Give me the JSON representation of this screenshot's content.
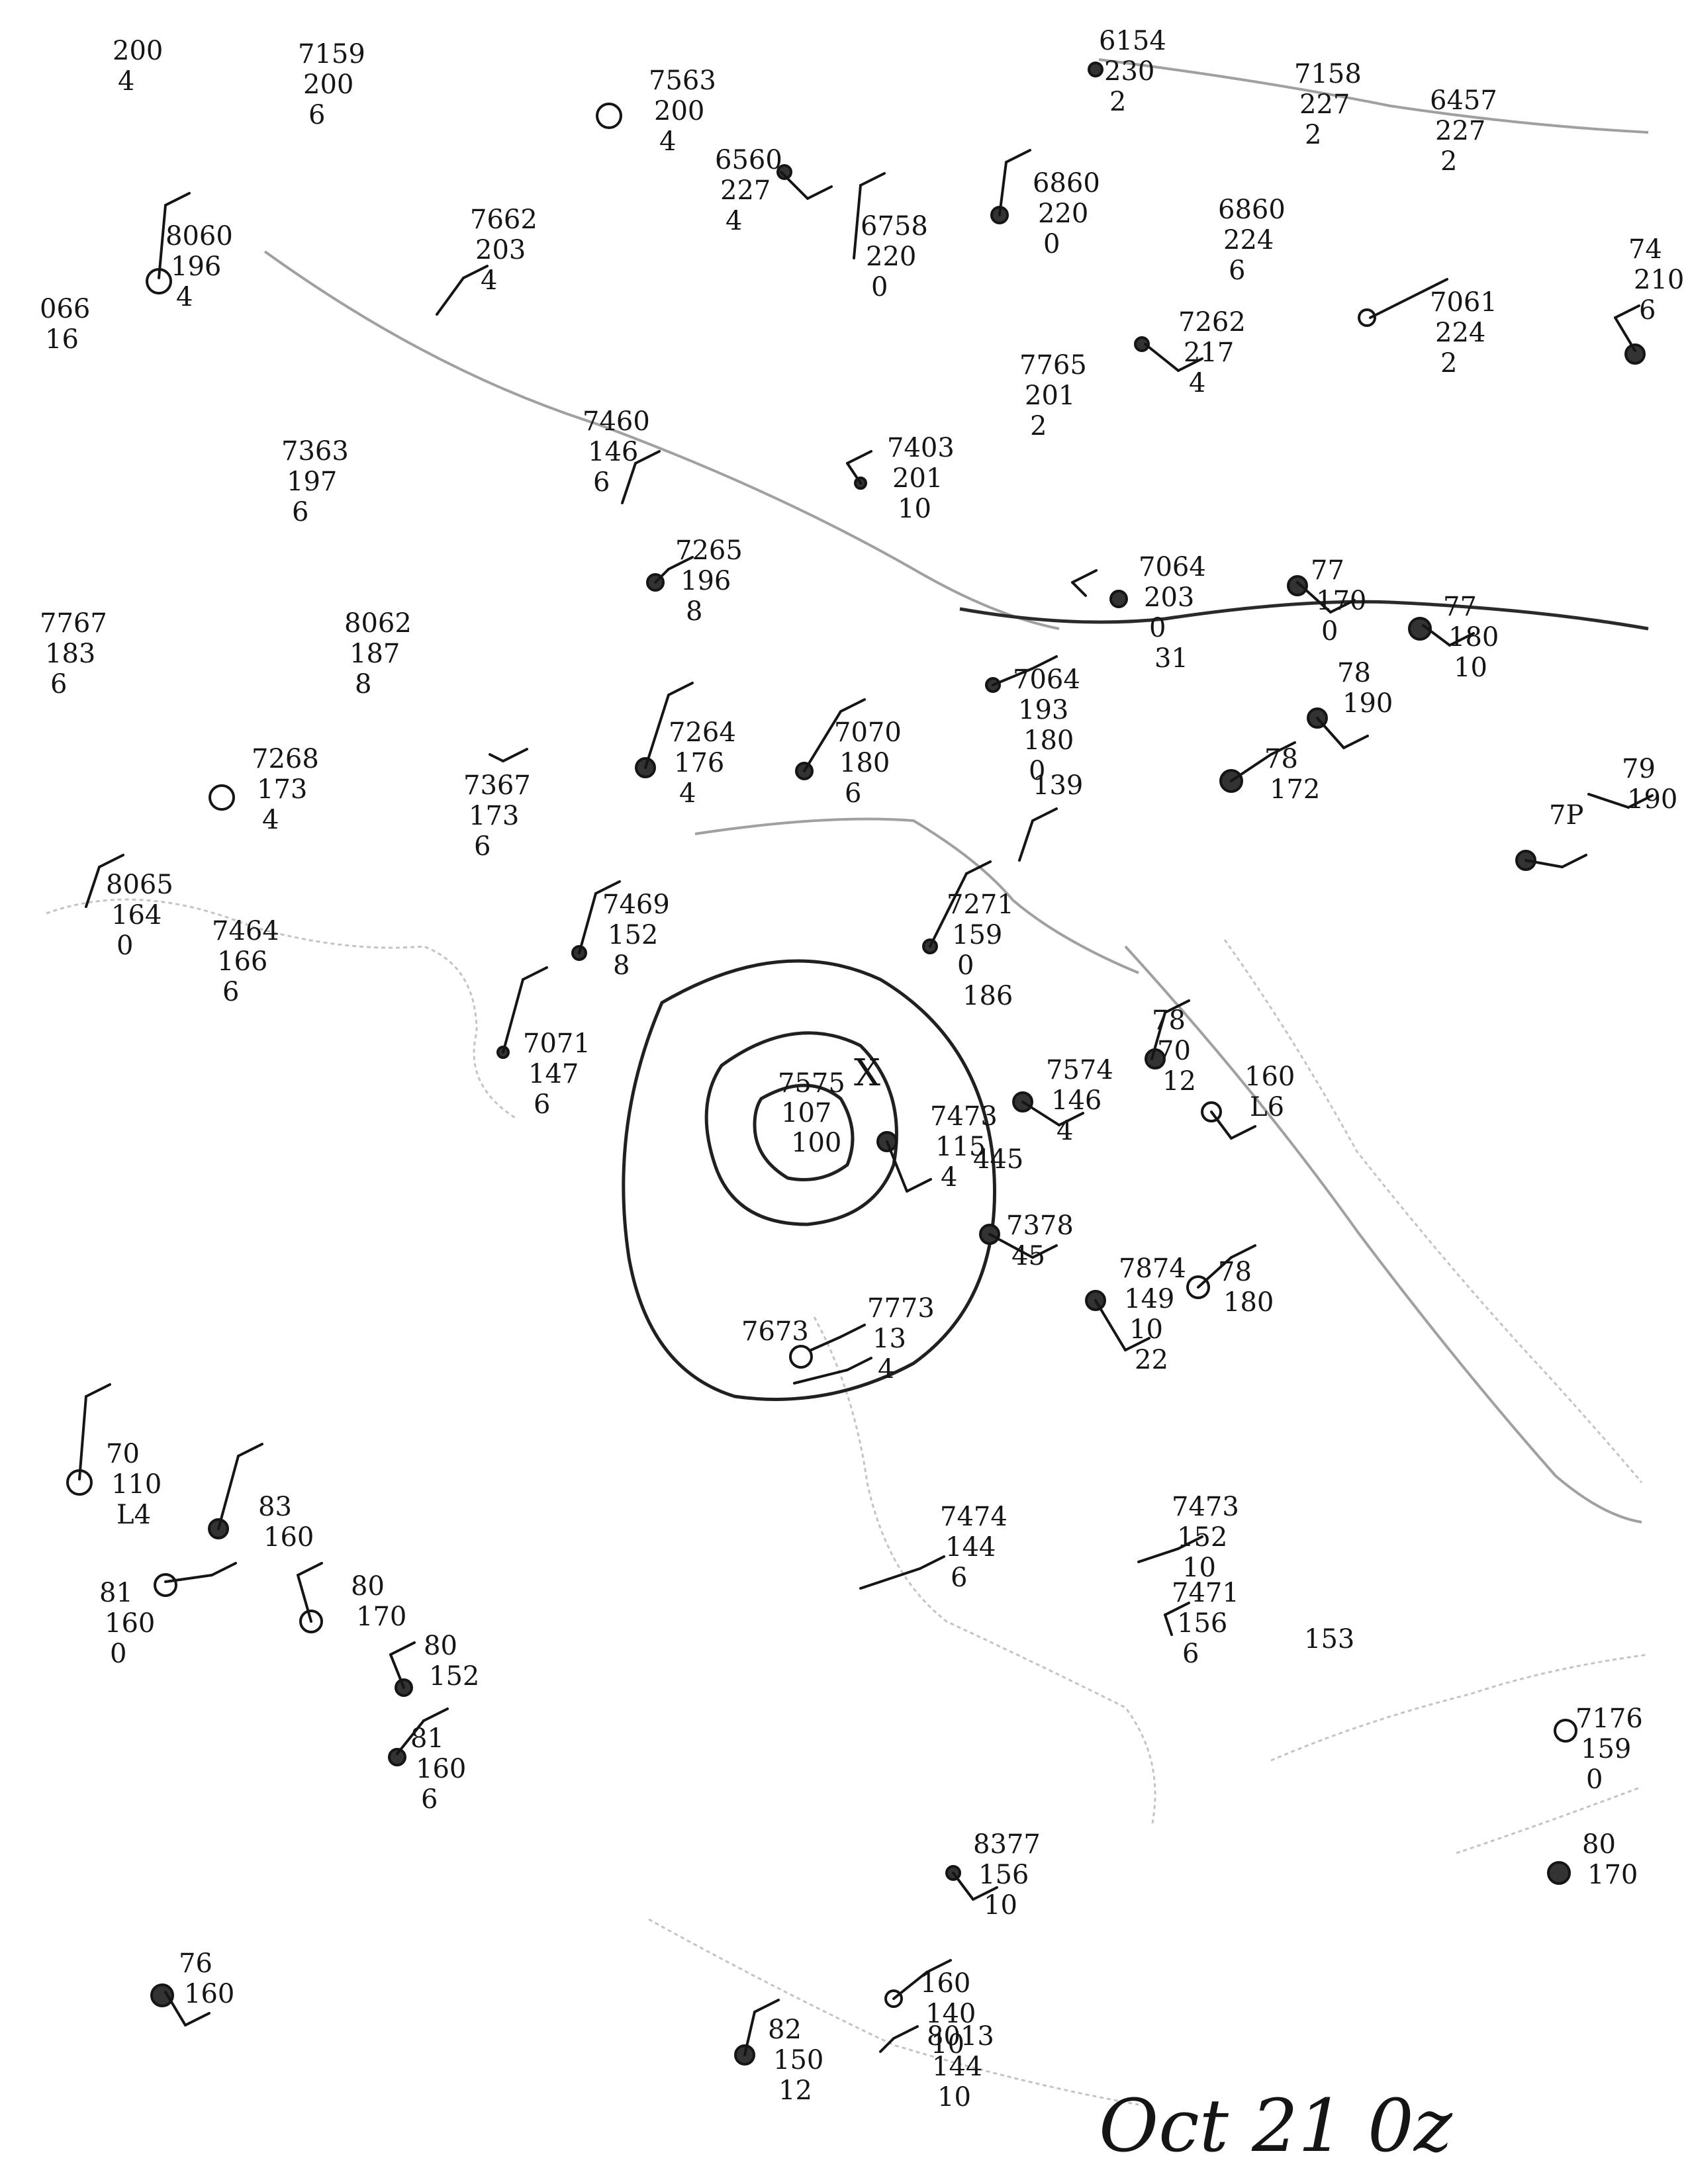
{
  "caption": "Oct 21 0z",
  "stations": [
    {
      "id": "s1",
      "lines": [
        "7159",
        "200",
        "6"
      ]
    },
    {
      "id": "s2",
      "lines": [
        "7563",
        "200",
        "4"
      ]
    },
    {
      "id": "s3",
      "lines": [
        "6560",
        "227",
        "4"
      ]
    },
    {
      "id": "s4",
      "lines": [
        "6758",
        "220",
        "0"
      ]
    },
    {
      "id": "s5",
      "lines": [
        "6860",
        "220",
        "0"
      ]
    },
    {
      "id": "s6",
      "lines": [
        "6154",
        "230",
        "2"
      ]
    },
    {
      "id": "s7",
      "lines": [
        "7158",
        "227",
        "2"
      ]
    },
    {
      "id": "s8",
      "lines": [
        "6457",
        "227",
        "2"
      ]
    },
    {
      "id": "s9",
      "lines": [
        "6860",
        "224",
        "6"
      ]
    },
    {
      "id": "s10",
      "lines": [
        "8060",
        "196",
        "4"
      ]
    },
    {
      "id": "s11",
      "lines": [
        "7662",
        "203",
        "4"
      ]
    },
    {
      "id": "s12",
      "lines": [
        "7262",
        "217",
        "4"
      ]
    },
    {
      "id": "s13",
      "lines": [
        "7061",
        "224",
        "2"
      ]
    },
    {
      "id": "s14",
      "lines": [
        "7765",
        "201",
        "2"
      ]
    },
    {
      "id": "s15",
      "lines": [
        "7460",
        "146",
        "6"
      ]
    },
    {
      "id": "s16",
      "lines": [
        "7363",
        "197",
        "6"
      ]
    },
    {
      "id": "s17",
      "lines": [
        "7403",
        "201",
        "10"
      ]
    },
    {
      "id": "s18",
      "lines": [
        "7265",
        "196",
        "8"
      ]
    },
    {
      "id": "s19",
      "lines": [
        "7064",
        "203",
        "0",
        "31"
      ]
    },
    {
      "id": "s20",
      "lines": [
        "77",
        "170",
        "0"
      ]
    },
    {
      "id": "s21",
      "lines": [
        "77",
        "180",
        "10"
      ]
    },
    {
      "id": "s22",
      "lines": [
        "7767",
        "183",
        "6"
      ]
    },
    {
      "id": "s23",
      "lines": [
        "8062",
        "187",
        "8"
      ]
    },
    {
      "id": "s24",
      "lines": [
        "7064",
        "193",
        "180",
        "0"
      ]
    },
    {
      "id": "s25",
      "lines": [
        "78",
        "190"
      ]
    },
    {
      "id": "s26",
      "lines": [
        "7264",
        "176",
        "4"
      ]
    },
    {
      "id": "s27",
      "lines": [
        "7070",
        "180",
        "6"
      ]
    },
    {
      "id": "s28",
      "lines": [
        "78",
        "172"
      ]
    },
    {
      "id": "s29",
      "lines": [
        "7268",
        "173",
        "4"
      ]
    },
    {
      "id": "s30",
      "lines": [
        "7367",
        "173",
        "6"
      ]
    },
    {
      "id": "s31",
      "lines": [
        "139"
      ]
    },
    {
      "id": "s32",
      "lines": [
        "8065",
        "164",
        "0"
      ]
    },
    {
      "id": "s33",
      "lines": [
        "7469",
        "152",
        "8"
      ]
    },
    {
      "id": "s34",
      "lines": [
        "7271",
        "159",
        "0",
        "186"
      ]
    },
    {
      "id": "s35",
      "lines": [
        "7464",
        "166",
        "6"
      ]
    },
    {
      "id": "s36",
      "lines": [
        "7071",
        "147",
        "6"
      ]
    },
    {
      "id": "s37",
      "lines": [
        "78",
        "70",
        "12"
      ]
    },
    {
      "id": "s38",
      "lines": [
        "160",
        "L6"
      ]
    },
    {
      "id": "s39",
      "lines": [
        "7574",
        "146",
        "4"
      ]
    },
    {
      "id": "s40",
      "lines": [
        "7473",
        "115",
        "4"
      ]
    },
    {
      "id": "s41",
      "lines": [
        "445"
      ]
    },
    {
      "id": "s42",
      "lines": [
        "7378",
        "45"
      ]
    },
    {
      "id": "s43",
      "lines": [
        "7874",
        "149",
        "10",
        "22"
      ]
    },
    {
      "id": "s44",
      "lines": [
        "78",
        "180"
      ]
    },
    {
      "id": "s45",
      "lines": [
        "7673"
      ]
    },
    {
      "id": "s46",
      "lines": [
        "7773",
        "13",
        "4"
      ]
    },
    {
      "id": "s47",
      "lines": [
        "70",
        "110",
        "L4"
      ]
    },
    {
      "id": "s48",
      "lines": [
        "83",
        "160"
      ]
    },
    {
      "id": "s49",
      "lines": [
        "81",
        "160",
        "0"
      ]
    },
    {
      "id": "s50",
      "lines": [
        "80",
        "170"
      ]
    },
    {
      "id": "s51",
      "lines": [
        "80",
        "152"
      ]
    },
    {
      "id": "s52",
      "lines": [
        "81",
        "160",
        "6"
      ]
    },
    {
      "id": "s53",
      "lines": [
        "7474",
        "144",
        "6"
      ]
    },
    {
      "id": "s54",
      "lines": [
        "7473",
        "152",
        "10"
      ]
    },
    {
      "id": "s55",
      "lines": [
        "7471",
        "156",
        "6"
      ]
    },
    {
      "id": "s56",
      "lines": [
        "153"
      ]
    },
    {
      "id": "s57",
      "lines": [
        "7176",
        "159",
        "0"
      ]
    },
    {
      "id": "s58",
      "lines": [
        "80",
        "170"
      ]
    },
    {
      "id": "s59",
      "lines": [
        "8377",
        "156",
        "10"
      ]
    },
    {
      "id": "s60",
      "lines": [
        "76",
        "160"
      ]
    },
    {
      "id": "s61",
      "lines": [
        "160",
        "140",
        "10"
      ]
    },
    {
      "id": "s62",
      "lines": [
        "82",
        "150",
        "12"
      ]
    },
    {
      "id": "s63",
      "lines": [
        "8013",
        "144",
        "10"
      ]
    },
    {
      "id": "s64",
      "lines": [
        "79",
        "190"
      ]
    },
    {
      "id": "s65",
      "lines": [
        "7P"
      ]
    },
    {
      "id": "s66",
      "lines": [
        "74",
        "210",
        "6"
      ]
    },
    {
      "id": "s67",
      "lines": [
        "066",
        "16"
      ]
    },
    {
      "id": "s68",
      "lines": [
        "200",
        "4"
      ]
    }
  ],
  "center": {
    "lines": [
      "7575",
      "107",
      "100"
    ],
    "marker": "X"
  }
}
